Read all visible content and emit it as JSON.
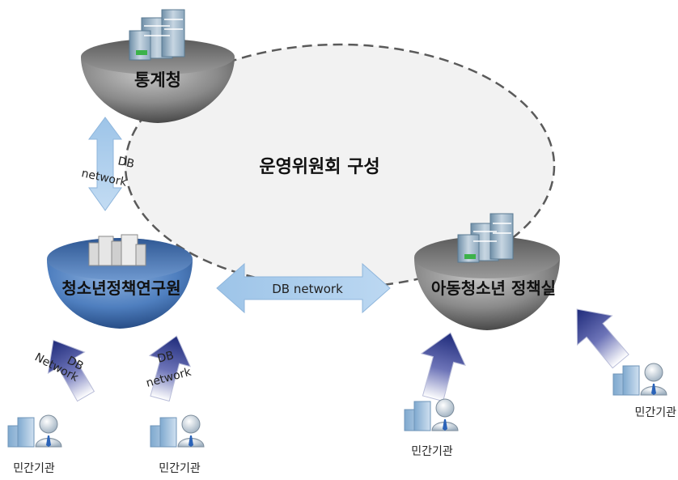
{
  "diagram": {
    "center_label": "운영위원회 구성",
    "nodes": {
      "stat": {
        "label": "통계청"
      },
      "youth": {
        "label": "청소년정책연구원"
      },
      "child": {
        "label": "아동청소년 정책실"
      }
    },
    "links": {
      "stat_youth": {
        "line1": "DB",
        "line2": "network"
      },
      "youth_child": {
        "label": "DB network"
      },
      "private_youth_a": {
        "line1": "DB",
        "line2": "Network"
      },
      "private_youth_b": {
        "line1": "DB",
        "line2": "network"
      }
    },
    "private_orgs": [
      {
        "label": "민간기관"
      },
      {
        "label": "민간기관"
      },
      {
        "label": "민간기관"
      },
      {
        "label": "민간기관"
      }
    ]
  }
}
